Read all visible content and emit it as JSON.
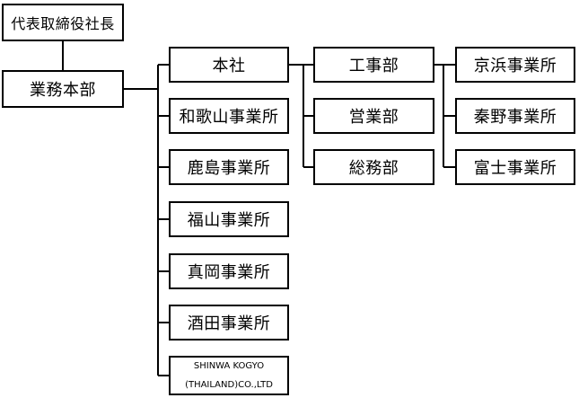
{
  "org": {
    "ceo": "代表取締役社長",
    "hq": "業務本部",
    "honsha": "本社",
    "wakayama": "和歌山事業所",
    "kashima": "鹿島事業所",
    "fukuyama": "福山事業所",
    "moka": "真岡事業所",
    "sakata": "酒田事業所",
    "thai_line1": "SHINWA KOGYO",
    "thai_line2": "(THAILAND)CO.,LTD",
    "koji": "工事部",
    "eigyo": "営業部",
    "somu": "総務部",
    "keihin": "京浜事業所",
    "hadano": "秦野事業所",
    "fuji": "富士事業所"
  }
}
